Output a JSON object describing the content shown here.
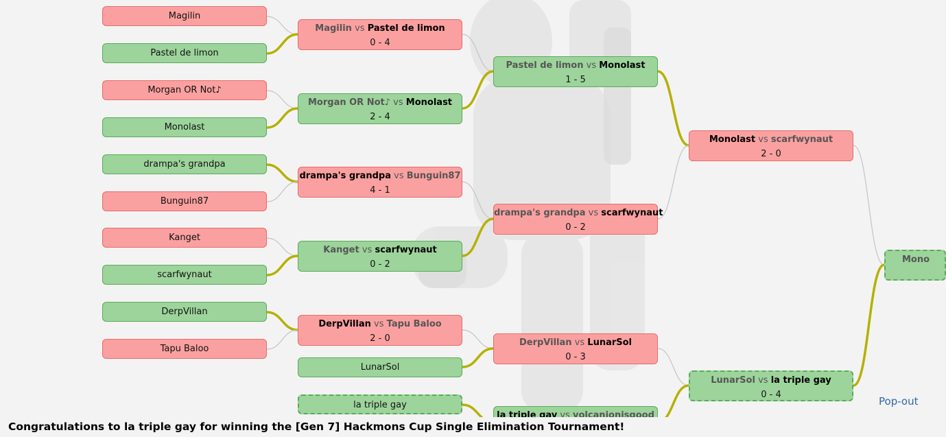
{
  "players": [
    {
      "id": "p1",
      "name": "Magilin",
      "status": "red"
    },
    {
      "id": "p2",
      "name": "Pastel de limon",
      "status": "green"
    },
    {
      "id": "p3",
      "name": "Morgan OR Not♪",
      "status": "red"
    },
    {
      "id": "p4",
      "name": "Monolast",
      "status": "green"
    },
    {
      "id": "p5",
      "name": "drampa's grandpa",
      "status": "green"
    },
    {
      "id": "p6",
      "name": "Bunguin87",
      "status": "red"
    },
    {
      "id": "p7",
      "name": "Kanget",
      "status": "red"
    },
    {
      "id": "p8",
      "name": "scarfwynaut",
      "status": "green"
    },
    {
      "id": "p9",
      "name": "DerpVillan",
      "status": "green"
    },
    {
      "id": "p10",
      "name": "Tapu Baloo",
      "status": "red"
    },
    {
      "id": "p11",
      "name": "LunarSol",
      "status": "green"
    },
    {
      "id": "p12",
      "name": "la triple gay",
      "status": "green"
    }
  ],
  "matches": [
    {
      "id": "m1",
      "p1": "Magilin",
      "p2": "Pastel de limon",
      "score": "0 - 4",
      "winner": 2,
      "status": "red"
    },
    {
      "id": "m2",
      "p1": "Morgan OR Not♪",
      "p2": "Monolast",
      "score": "2 - 4",
      "winner": 2,
      "status": "green"
    },
    {
      "id": "m3",
      "p1": "drampa's grandpa",
      "p2": "Bunguin87",
      "score": "4 - 1",
      "winner": 1,
      "status": "red"
    },
    {
      "id": "m4",
      "p1": "Kanget",
      "p2": "scarfwynaut",
      "score": "0 - 2",
      "winner": 2,
      "status": "green"
    },
    {
      "id": "m5",
      "p1": "DerpVillan",
      "p2": "Tapu Baloo",
      "score": "2 - 0",
      "winner": 1,
      "status": "red"
    },
    {
      "id": "m6",
      "p1": "Pastel de limon",
      "p2": "Monolast",
      "score": "1 - 5",
      "winner": 2,
      "status": "green"
    },
    {
      "id": "m7",
      "p1": "drampa's grandpa",
      "p2": "scarfwynaut",
      "score": "0 - 2",
      "winner": 2,
      "status": "red"
    },
    {
      "id": "m8",
      "p1": "DerpVillan",
      "p2": "LunarSol",
      "score": "0 - 3",
      "winner": 2,
      "status": "red"
    },
    {
      "id": "m9",
      "p1": "la triple gay",
      "p2": "volcanionisgood",
      "score": "",
      "winner": 1,
      "status": "green"
    },
    {
      "id": "m10",
      "p1": "Monolast",
      "p2": "scarfwynaut",
      "score": "2 - 0",
      "winner": 1,
      "status": "red"
    },
    {
      "id": "m11",
      "p1": "LunarSol",
      "p2": "la triple gay",
      "score": "0 - 4",
      "winner": 2,
      "status": "green"
    },
    {
      "id": "m12",
      "p1": "Mono",
      "p2": "",
      "score": "",
      "winner": 0,
      "status": "green"
    }
  ],
  "vs_label": "vs",
  "pop_out_label": "Pop-out",
  "congrats_text": "Congratulations to la triple gay for winning the [Gen 7] Hackmons Cup Single Elimination Tournament!",
  "colors": {
    "loss_fill": "#fba0a0",
    "win_fill": "#9dd49b",
    "winner_line": "#b5b000",
    "loser_line": "#c4c4c4",
    "link": "#3366aa"
  }
}
